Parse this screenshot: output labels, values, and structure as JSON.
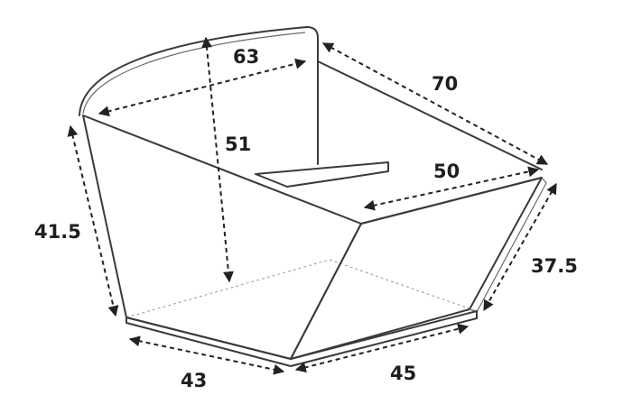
{
  "dimensions": {
    "back_width": "63",
    "seat_depth": "70",
    "back_height": "51",
    "seat_width": "50",
    "side_height": "41.5",
    "front_height": "37.5",
    "base_depth": "43",
    "base_width": "45"
  }
}
